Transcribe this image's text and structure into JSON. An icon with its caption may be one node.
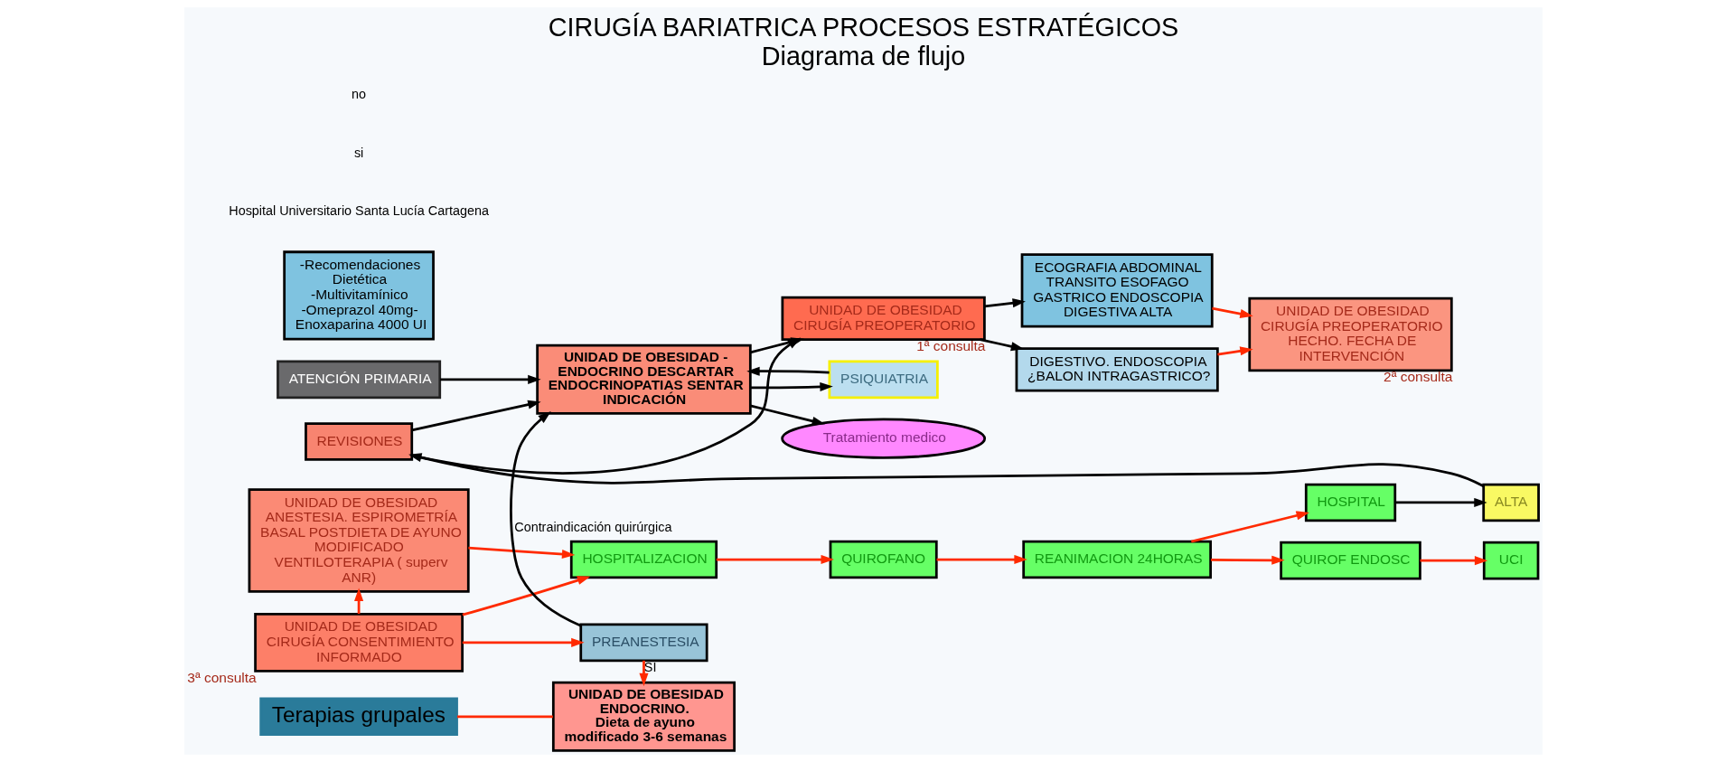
{
  "diagram": {
    "title": "CIRUGÍA BARIATRICA PROCESOS ESTRATÉGICOS",
    "caption": "Diagrama de flujo",
    "nodes": [
      {
        "text": [
          "ATENCIÓN PRIMARIA"
        ]
      },
      {
        "text": [
          "UNIDAD DE OBESIDAD - ENDOCRINO DESCARTAR ENDOCRINOPATIAS SENTAR INDICACIÓN"
        ]
      },
      {
        "text": [
          "UNIDAD DE OBESIDAD CIRUGÍA PREOPERATORIO"
        ],
        "beside": [
          "1ª consulta"
        ]
      },
      {
        "text": [
          "PSIQUIATRIA"
        ]
      },
      {
        "text": [
          "Tratamiento medico"
        ]
      },
      {
        "text": [
          "ECOGRAFIA ABDOMINAL TRANSITO ESOFAGO GASTRICO ENDOSCOPIA DIGESTIVA ALTA"
        ]
      },
      {
        "text": [
          "DIGESTIVO. ENDOSCOPIA ¿BALON INTRAGASTRICO?"
        ]
      },
      {
        "text": [
          "UNIDAD DE OBESIDAD CIRUGÍA PREOPERATORIO HECHO. FECHA DE INTERVENCIÓN"
        ],
        "beside": [
          "2ª consulta"
        ]
      },
      {
        "text": [
          "UNIDAD DE OBESIDAD ANESTESIA. ESPIROMETRÍA BASAL POSTDIETA DE AYUNO MODIFICADO VENTILOTERAPIA ( superv ANR)"
        ]
      },
      {
        "text": [
          "UNIDAD DE OBESIDAD CIRUGÍA CONSENTIMIENTO INFORMADO"
        ],
        "beside": [
          "3ª consulta"
        ]
      },
      {
        "text": [
          "Terapias grupales"
        ]
      },
      {
        "text": [
          "UNIDAD DE OBESIDAD ENDOCRINO.",
          "Dieta de ayuno modificado 3-6 semanas"
        ]
      },
      {
        "text": [
          "PREANESTESIA"
        ]
      },
      {
        "text": [
          "REVISIONES"
        ]
      },
      {
        "text": [
          "HOSPITALIZACION"
        ]
      },
      {
        "text": [
          "QUIROFANO"
        ]
      },
      {
        "text": [
          "REANIMACION 24HORAS"
        ]
      },
      {
        "text": [
          "HOSPITAL"
        ]
      },
      {
        "text": [
          "QUIROF ENDOSC"
        ]
      },
      {
        "text": [
          "UCI"
        ]
      },
      {
        "text": [
          "ALTA"
        ]
      },
      {
        "text": [
          "-Recomendaciones Dietética -Multivitamínico -Omeprazol 40mg- Enoxaparina 4000 UI"
        ]
      }
    ],
    "edges": [
      {
        "from": 0,
        "to": 1,
        "arrow": "to",
        "color": "#000000"
      },
      {
        "from": 1,
        "to": 2,
        "arrow": "to",
        "color": "#000000"
      },
      {
        "from": 1,
        "to": 3,
        "arrow": "to",
        "color": "#000000"
      },
      {
        "from": 3,
        "to": 1,
        "arrow": "to",
        "color": "#000000"
      },
      {
        "from": 1,
        "to": 4,
        "arrow": "to",
        "color": "#000000"
      },
      {
        "from": 2,
        "to": 5,
        "arrow": "to",
        "color": "#000000"
      },
      {
        "from": 2,
        "to": 6,
        "arrow": "to",
        "color": "#000000"
      },
      {
        "from": 5,
        "to": 7,
        "arrow": "to"
      },
      {
        "from": 6,
        "to": 7,
        "arrow": "to"
      },
      {
        "from": 9,
        "to": 8,
        "arrow": "to"
      },
      {
        "from": 9,
        "to": 14,
        "arrow": "to"
      },
      {
        "from": 8,
        "to": 14,
        "arrow": "to"
      },
      {
        "from": 10,
        "to": 11,
        "arrow": "none"
      },
      {
        "from": 9,
        "to": 12,
        "arrow": "to"
      },
      {
        "from": 12,
        "to": 11,
        "arrow": "to",
        "label": "SI"
      },
      {
        "from": 12,
        "to": 1,
        "arrow": "to",
        "label": "Contraindicación quirúrgica",
        "color": "#000000"
      },
      {
        "from": 14,
        "to": 15,
        "arrow": "to"
      },
      {
        "from": 15,
        "to": 16,
        "arrow": "to"
      },
      {
        "from": 16,
        "to": 17,
        "arrow": "to"
      },
      {
        "from": 16,
        "to": 18,
        "arrow": "to"
      },
      {
        "from": 18,
        "to": 19,
        "arrow": "to"
      },
      {
        "from": 17,
        "to": 20,
        "arrow": "to",
        "color": "#000000"
      },
      {
        "from": 20,
        "to": 13,
        "arrow": "to",
        "color": "#000000"
      },
      {
        "from": 13,
        "to": 1,
        "arrow": "to",
        "color": "#000000"
      },
      {
        "from": 13,
        "to": 2,
        "arrow": "to",
        "color": "#000000"
      }
    ],
    "labels": [
      "Hospital Universitario Santa Lucía Cartagena",
      "si",
      "no"
    ]
  }
}
